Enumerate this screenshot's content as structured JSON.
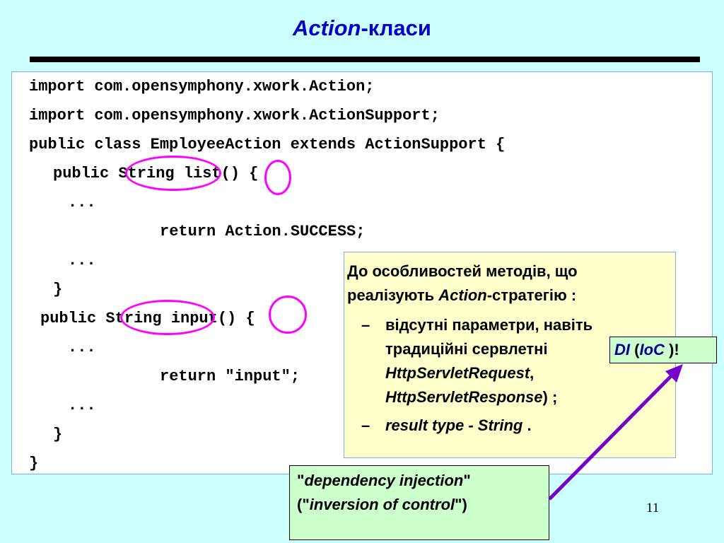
{
  "slide": {
    "title_em": "Action",
    "title_rest": "-класи",
    "page_number": "11"
  },
  "code": {
    "lines": [
      "import com.opensymphony.xwork.Action;",
      "import com.opensymphony.xwork.ActionSupport;",
      "public class EmployeeAction extends ActionSupport {",
      "public String list() {",
      "...",
      "return Action.SUCCESS;",
      "...",
      "}",
      "public String input() {",
      "...",
      "return \"input\";",
      "...",
      "}",
      "}"
    ]
  },
  "note": {
    "line1": "До особливостей методів, що",
    "line2_pre": "реалізують ",
    "line2_em": "Action",
    "line2_post": "-стратегію :",
    "bullet_mark": "–",
    "b1_line1": "відсутні параметри, навіть",
    "b1_line2": "традиційні сервлетні",
    "b1_line3_em": "HttpServletRequest",
    "b1_line3_post": ",",
    "b1_line4_em": "HttpServletResponse",
    "b1_line4_post": ") ;",
    "b2_em": "result type -  String",
    "b2_post": " ."
  },
  "di_label": {
    "di": "DI",
    "open": " (",
    "ioc": "IoC",
    "close": " )!"
  },
  "dependency": {
    "q1": "\"",
    "em1": "dependency injection",
    "q2": "\"",
    "q3": "(\"",
    "em2": "inversion of control",
    "q4": "\")"
  },
  "colors": {
    "title": "#0000cc",
    "circle": "#ff00ff",
    "arrow": "#7700cc",
    "note_bg": "#ffffcc",
    "label_bg": "#ccffcc",
    "slide_bg": "#ccffff"
  }
}
